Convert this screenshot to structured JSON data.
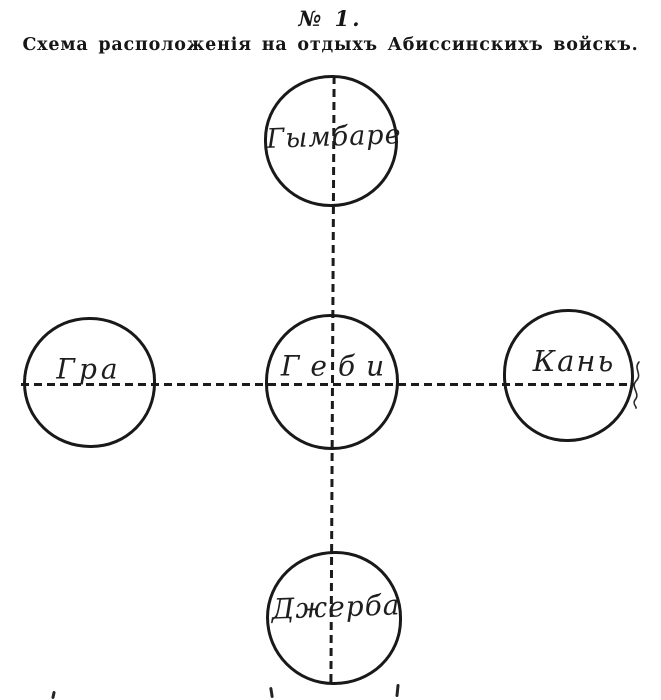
{
  "page": {
    "figure_number": "№ 1.",
    "title": "Схема расположенія на отдыхъ Абиссинскихъ войскъ.",
    "ink_color": "#1b1b1b",
    "paper_color": "#ffffff"
  },
  "diagram": {
    "description": "Five hand-drawn circles arranged in a cross, joined by dashed center lines",
    "nodes": [
      {
        "id": "top",
        "label": "Гымбаре",
        "position": "top"
      },
      {
        "id": "left",
        "label": "Гра",
        "position": "left"
      },
      {
        "id": "center",
        "label": "Геби",
        "position": "center"
      },
      {
        "id": "right",
        "label": "Кань",
        "position": "right"
      },
      {
        "id": "bottom",
        "label": "Джерба",
        "position": "bottom"
      }
    ],
    "connectors": [
      {
        "type": "dashed-line",
        "orientation": "vertical",
        "through": [
          "top",
          "center",
          "bottom"
        ]
      },
      {
        "type": "dashed-line",
        "orientation": "horizontal",
        "through": [
          "left",
          "center",
          "right"
        ]
      }
    ]
  }
}
